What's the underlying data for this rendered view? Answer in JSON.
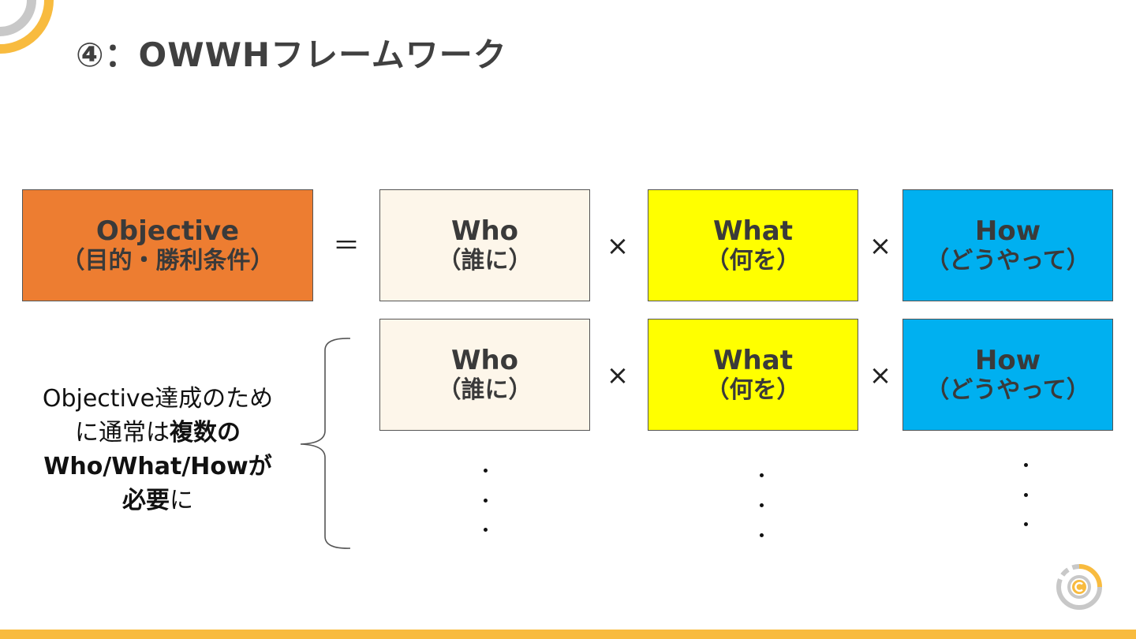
{
  "slide": {
    "title": "④：OWWHフレームワーク"
  },
  "equation": {
    "objective": {
      "en": "Objective",
      "jp": "（目的・勝利条件）"
    },
    "equals": "＝",
    "times": "×"
  },
  "rows": [
    {
      "who": {
        "en": "Who",
        "jp": "（誰に）"
      },
      "what": {
        "en": "What",
        "jp": "（何を）"
      },
      "how": {
        "en": "How",
        "jp": "（どうやって）"
      }
    },
    {
      "who": {
        "en": "Who",
        "jp": "（誰に）"
      },
      "what": {
        "en": "What",
        "jp": "（何を）"
      },
      "how": {
        "en": "How",
        "jp": "（どうやって）"
      }
    }
  ],
  "note": {
    "part1": "Objective達成のため",
    "part2": "に通常は",
    "part3_bold": "複数の",
    "part4_bold": "Who/What/Howが",
    "part5_bold": "必要",
    "part6": "に"
  },
  "colors": {
    "objective": "#ed7d31",
    "who": "#fdf6ea",
    "what": "#ffff00",
    "how": "#00b0f0",
    "accent": "#f8bb3f"
  },
  "icons": {
    "corner_decoration": "arc-decoration-icon",
    "logo": "circular-c-logo-icon"
  }
}
